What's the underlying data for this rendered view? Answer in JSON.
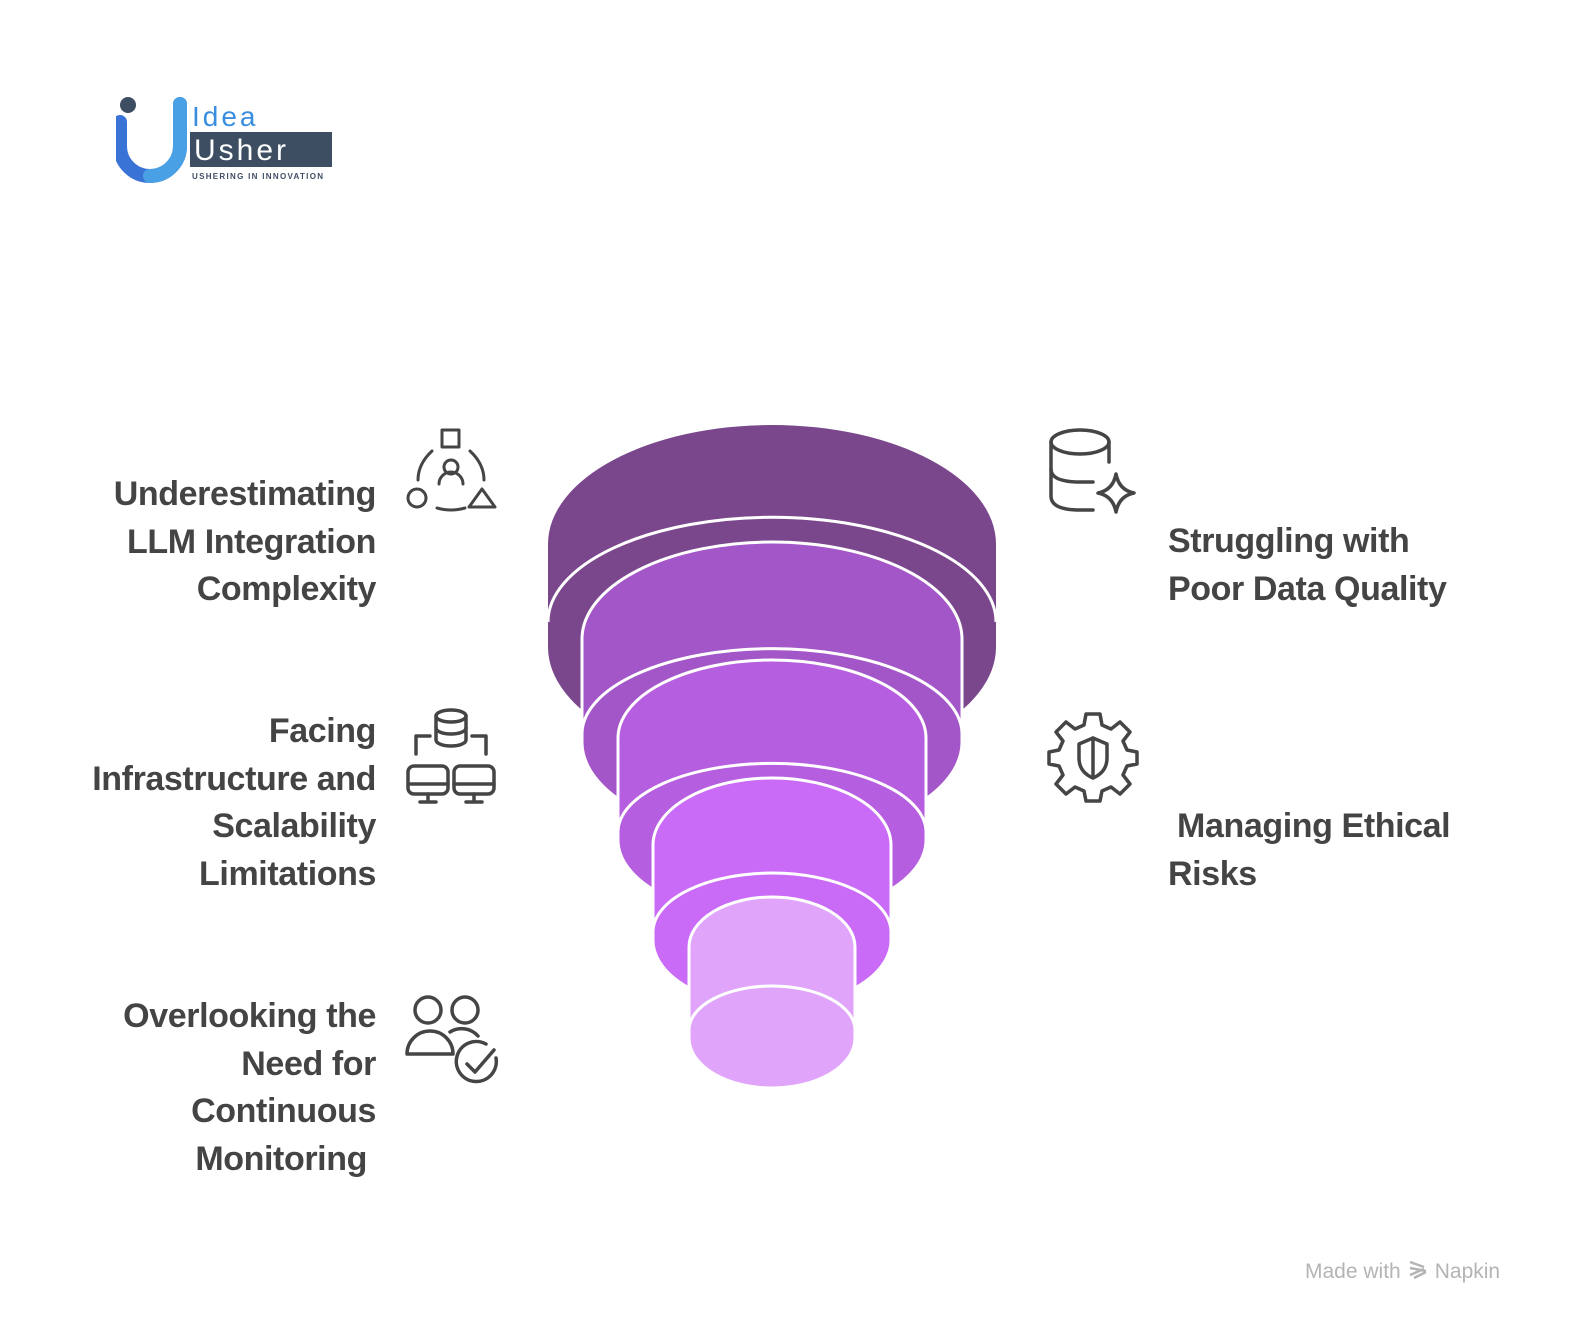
{
  "logo": {
    "brand_top": "Idea",
    "brand_bottom": "Usher",
    "tagline": "USHERING IN INNOVATION"
  },
  "left_items": [
    {
      "lines": [
        "Underestimating",
        "LLM Integration",
        "Complexity"
      ],
      "icon": "people-shapes-network-icon"
    },
    {
      "lines": [
        "Facing",
        "Infrastructure and",
        "Scalability",
        "Limitations"
      ],
      "icon": "database-computers-icon"
    },
    {
      "lines": [
        "Overlooking the",
        "Need for",
        "Continuous",
        "Monitoring "
      ],
      "icon": "users-check-icon"
    }
  ],
  "right_items": [
    {
      "lines": [
        "Struggling with",
        "Poor Data Quality"
      ],
      "icon": "database-sparkle-icon"
    },
    {
      "lines": [
        " Managing Ethical",
        "Risks"
      ],
      "icon": "gear-shield-icon"
    }
  ],
  "funnel_colors": [
    "#7a478d",
    "#a356c7",
    "#b65ee0",
    "#c96bf6",
    "#e0a5fb"
  ],
  "footer": {
    "made_with": "Made with",
    "brand": "Napkin"
  }
}
